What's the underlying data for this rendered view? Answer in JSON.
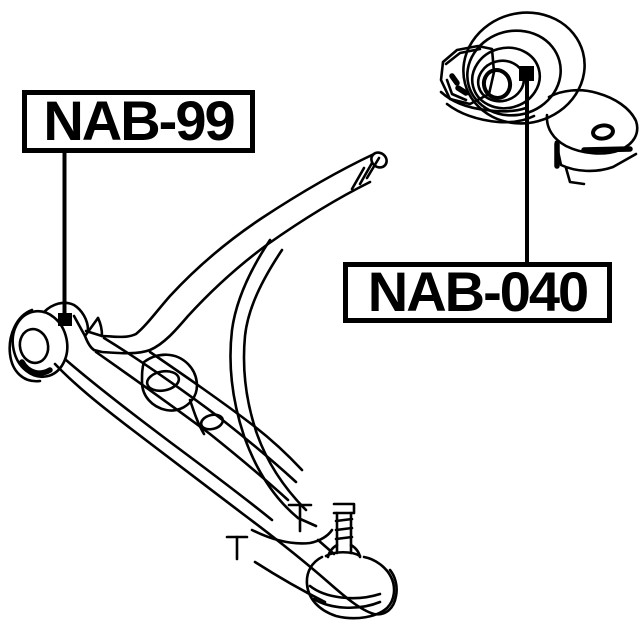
{
  "colors": {
    "line": "#000000",
    "background": "#ffffff"
  },
  "labels": [
    {
      "id": "nab-99",
      "text": "NAB-99",
      "points_to": "front-arm-bushing"
    },
    {
      "id": "nab-040",
      "text": "NAB-040",
      "points_to": "rear-arm-bushing-with-bracket"
    }
  ],
  "parts": [
    {
      "name": "front-lower-control-arm-drawing"
    },
    {
      "name": "front-arm-bushing"
    },
    {
      "name": "ball-joint"
    },
    {
      "name": "rear-arm-bushing-with-bracket"
    }
  ]
}
